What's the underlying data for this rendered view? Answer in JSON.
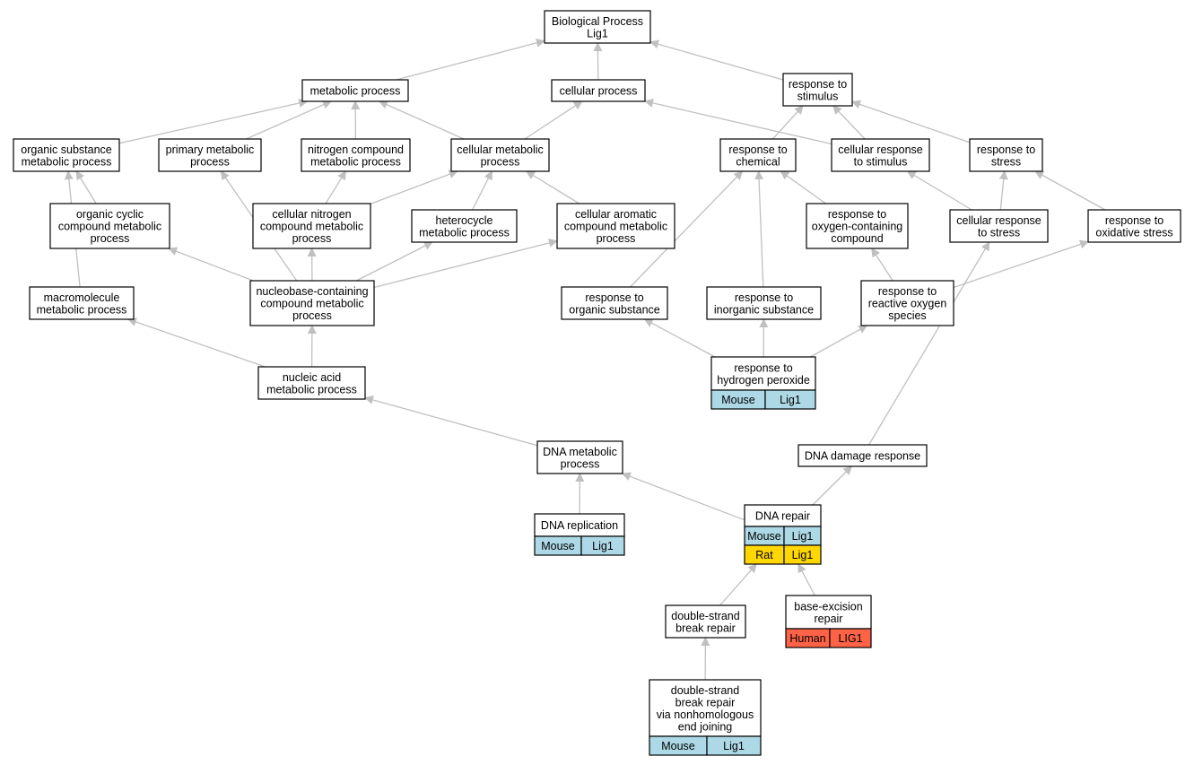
{
  "colors": {
    "Mouse": "#add8e6",
    "Rat": "#ffd700",
    "Human": "#ff6347",
    "edge": "#c0c0c0"
  },
  "nodes": {
    "root": {
      "lines": [
        "Biological Process",
        "Lig1"
      ]
    },
    "metabolic": {
      "lines": [
        "metabolic process"
      ]
    },
    "cellular": {
      "lines": [
        "cellular process"
      ]
    },
    "response_stimulus": {
      "lines": [
        "response to",
        "stimulus"
      ]
    },
    "organic_substance": {
      "lines": [
        "organic substance",
        "metabolic process"
      ]
    },
    "primary_metabolic": {
      "lines": [
        "primary metabolic",
        "process"
      ]
    },
    "nitrogen_compound": {
      "lines": [
        "nitrogen compound",
        "metabolic process"
      ]
    },
    "cellular_metabolic": {
      "lines": [
        "cellular metabolic",
        "process"
      ]
    },
    "response_chemical": {
      "lines": [
        "response to",
        "chemical"
      ]
    },
    "cellular_response_stimulus": {
      "lines": [
        "cellular response",
        "to stimulus"
      ]
    },
    "response_stress": {
      "lines": [
        "response to",
        "stress"
      ]
    },
    "organic_cyclic": {
      "lines": [
        "organic cyclic",
        "compound metabolic",
        "process"
      ]
    },
    "cellular_nitrogen": {
      "lines": [
        "cellular nitrogen",
        "compound metabolic",
        "process"
      ]
    },
    "heterocycle": {
      "lines": [
        "heterocycle",
        "metabolic process"
      ]
    },
    "cellular_aromatic": {
      "lines": [
        "cellular aromatic",
        "compound metabolic",
        "process"
      ]
    },
    "response_oxygen_compound": {
      "lines": [
        "response to",
        "oxygen-containing",
        "compound"
      ]
    },
    "cellular_response_stress": {
      "lines": [
        "cellular response",
        "to stress"
      ]
    },
    "response_oxidative": {
      "lines": [
        "response to",
        "oxidative stress"
      ]
    },
    "macromolecule": {
      "lines": [
        "macromolecule",
        "metabolic process"
      ]
    },
    "nucleobase": {
      "lines": [
        "nucleobase-containing",
        "compound metabolic",
        "process"
      ]
    },
    "response_organic": {
      "lines": [
        "response to",
        "organic substance"
      ]
    },
    "response_inorganic": {
      "lines": [
        "response to",
        "inorganic substance"
      ]
    },
    "response_ros": {
      "lines": [
        "response to",
        "reactive oxygen",
        "species"
      ]
    },
    "nucleic_acid": {
      "lines": [
        "nucleic acid",
        "metabolic process"
      ]
    },
    "response_h2o2": {
      "lines": [
        "response to",
        "hydrogen peroxide"
      ],
      "annotations": [
        [
          "Mouse",
          "Lig1"
        ]
      ]
    },
    "dna_metabolic": {
      "lines": [
        "DNA metabolic",
        "process"
      ]
    },
    "dna_damage": {
      "lines": [
        "DNA damage response"
      ]
    },
    "dna_replication": {
      "lines": [
        "DNA replication"
      ],
      "annotations": [
        [
          "Mouse",
          "Lig1"
        ]
      ]
    },
    "dna_repair": {
      "lines": [
        "DNA repair"
      ],
      "annotations": [
        [
          "Mouse",
          "Lig1"
        ],
        [
          "Rat",
          "Lig1"
        ]
      ]
    },
    "dsb_repair": {
      "lines": [
        "double-strand",
        "break repair"
      ]
    },
    "base_excision": {
      "lines": [
        "base-excision",
        "repair"
      ],
      "annotations": [
        [
          "Human",
          "LIG1"
        ]
      ]
    },
    "nhej": {
      "lines": [
        "double-strand",
        "break repair",
        "via nonhomologous",
        "end joining"
      ],
      "annotations": [
        [
          "Mouse",
          "Lig1"
        ]
      ]
    }
  },
  "edges": [
    [
      "metabolic",
      "root"
    ],
    [
      "cellular",
      "root"
    ],
    [
      "response_stimulus",
      "root"
    ],
    [
      "organic_substance",
      "metabolic"
    ],
    [
      "primary_metabolic",
      "metabolic"
    ],
    [
      "nitrogen_compound",
      "metabolic"
    ],
    [
      "cellular_metabolic",
      "metabolic"
    ],
    [
      "cellular_metabolic",
      "cellular"
    ],
    [
      "cellular_response_stimulus",
      "cellular"
    ],
    [
      "response_chemical",
      "response_stimulus"
    ],
    [
      "cellular_response_stimulus",
      "response_stimulus"
    ],
    [
      "response_stress",
      "response_stimulus"
    ],
    [
      "organic_cyclic",
      "organic_substance"
    ],
    [
      "macromolecule",
      "organic_substance"
    ],
    [
      "cellular_nitrogen",
      "nitrogen_compound"
    ],
    [
      "cellular_nitrogen",
      "cellular_metabolic"
    ],
    [
      "heterocycle",
      "cellular_metabolic"
    ],
    [
      "cellular_aromatic",
      "cellular_metabolic"
    ],
    [
      "response_organic",
      "response_chemical"
    ],
    [
      "response_inorganic",
      "response_chemical"
    ],
    [
      "response_oxygen_compound",
      "response_chemical"
    ],
    [
      "cellular_response_stress",
      "cellular_response_stimulus"
    ],
    [
      "cellular_response_stress",
      "response_stress"
    ],
    [
      "response_oxidative",
      "response_stress"
    ],
    [
      "nucleobase",
      "organic_cyclic"
    ],
    [
      "nucleobase",
      "primary_metabolic"
    ],
    [
      "nucleobase",
      "cellular_nitrogen"
    ],
    [
      "nucleobase",
      "heterocycle"
    ],
    [
      "nucleobase",
      "cellular_aromatic"
    ],
    [
      "nucleic_acid",
      "nucleobase"
    ],
    [
      "nucleic_acid",
      "macromolecule"
    ],
    [
      "response_ros",
      "response_oxygen_compound"
    ],
    [
      "response_ros",
      "response_oxidative"
    ],
    [
      "response_h2o2",
      "response_organic"
    ],
    [
      "response_h2o2",
      "response_inorganic"
    ],
    [
      "response_h2o2",
      "response_ros"
    ],
    [
      "dna_metabolic",
      "nucleic_acid"
    ],
    [
      "dna_damage",
      "cellular_response_stress"
    ],
    [
      "dna_replication",
      "dna_metabolic"
    ],
    [
      "dna_repair",
      "dna_metabolic"
    ],
    [
      "dna_repair",
      "dna_damage"
    ],
    [
      "dsb_repair",
      "dna_repair"
    ],
    [
      "base_excision",
      "dna_repair"
    ],
    [
      "nhej",
      "dsb_repair"
    ]
  ]
}
